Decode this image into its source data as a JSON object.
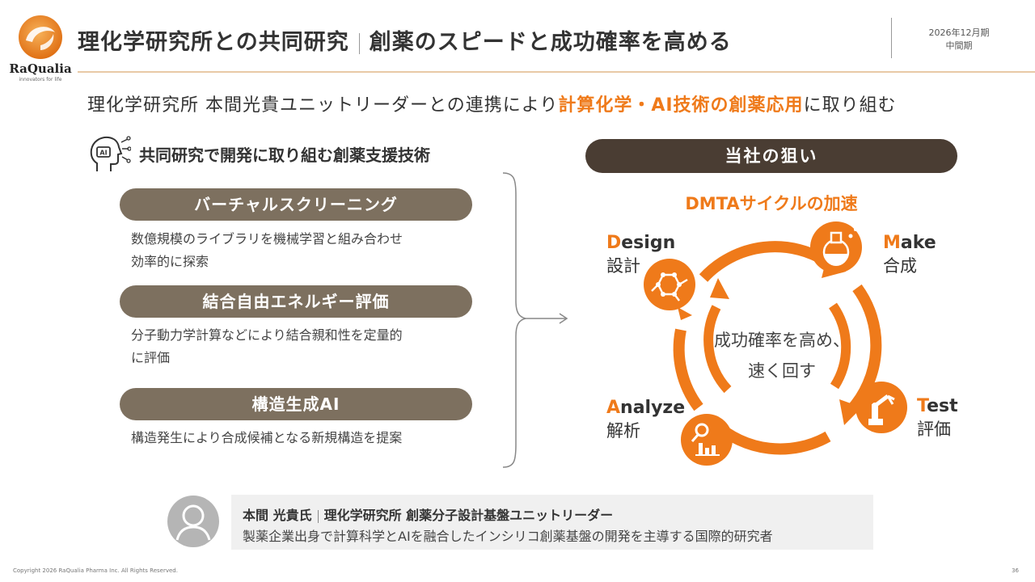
{
  "header": {
    "logo_text": "RaQualia",
    "logo_tagline": "innovators for life",
    "title_left": "理化学研究所との共同研究",
    "title_right": "創薬のスピードと成功確率を高める",
    "period_year": "2026年12月期",
    "period_label": "中間期"
  },
  "lead": {
    "text_before": "理化学研究所 本間光貴ユニットリーダーとの連携により",
    "highlight": "計算化学・AI技術の創薬応用",
    "text_after": "に取り組む"
  },
  "left": {
    "heading": "共同研究で開発に取り組む創薬支援技術",
    "ai_icon_label": "AI",
    "technologies": [
      {
        "name": "バーチャルスクリーニング",
        "desc_line1": "数億規模のライブラリを機械学習と組み合わせ",
        "desc_line2": "効率的に探索"
      },
      {
        "name": "結合自由エネルギー評価",
        "desc_line1": "分子動力学計算などにより結合親和性を定量的",
        "desc_line2": "に評価"
      },
      {
        "name": "構造生成AI",
        "desc_line1": "構造発生により合成候補となる新規構造を提案"
      }
    ]
  },
  "right": {
    "aim_label": "当社の狙い",
    "cycle_title": "DMTAサイクルの加速",
    "center_line1": "成功確率を高め、",
    "center_line2": "速く回す",
    "stages": [
      {
        "cap": "D",
        "rest": "esign",
        "ja": "設計",
        "icon": "molecule-icon"
      },
      {
        "cap": "M",
        "rest": "ake",
        "ja": "合成",
        "icon": "flask-icon"
      },
      {
        "cap": "T",
        "rest": "est",
        "ja": "評価",
        "icon": "robot-arm-icon"
      },
      {
        "cap": "A",
        "rest": "nalyze",
        "ja": "解析",
        "icon": "analysis-icon"
      }
    ]
  },
  "researcher": {
    "name": "本間 光貴氏",
    "title": "理化学研究所 創薬分子設計基盤ユニットリーダー",
    "description": "製薬企業出身で計算科学とAIを融合したインシリコ創薬基盤の開発を主導する国際的研究者"
  },
  "footer": {
    "copyright": "Copyright 2026 RaQualia Pharma Inc. All Rights Reserved.",
    "page": "36"
  },
  "colors": {
    "accent": "#ef7a1a",
    "pill": "#7d705f",
    "aim_bar": "#4a3d33",
    "divider": "#e8c9a6"
  }
}
